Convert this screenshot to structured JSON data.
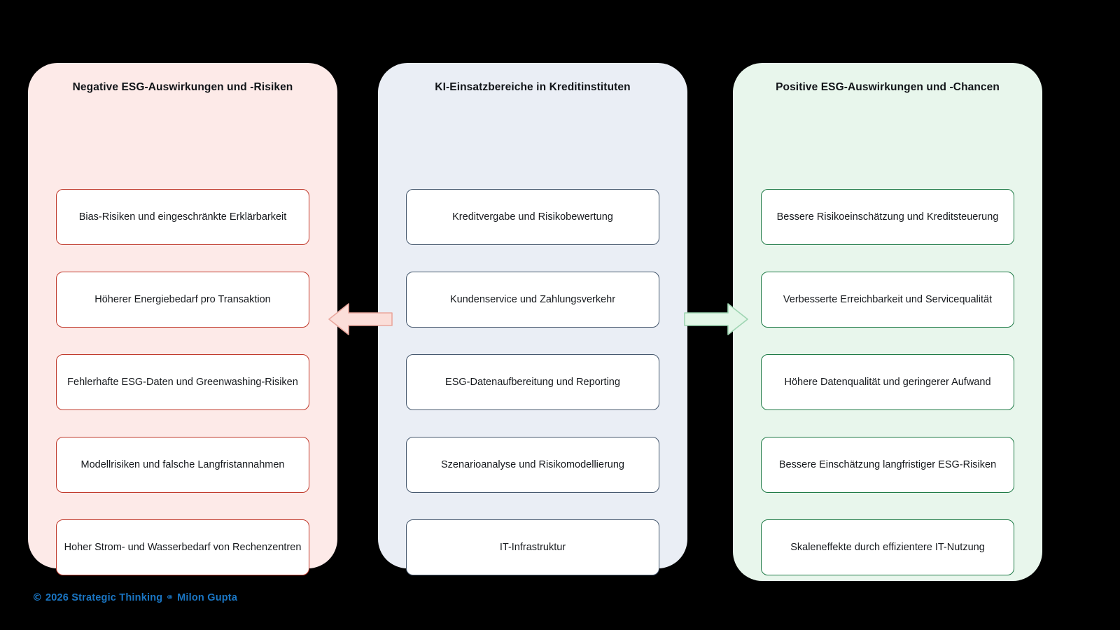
{
  "background_color": "#000000",
  "panels": [
    {
      "id": "negative",
      "title": "Negative ESG-Auswirkungen und -Risiken",
      "fill_color": "#fdeae8",
      "box_border_color": "#c0392b",
      "items": [
        "Bias-Risiken und eingeschränkte Erklärbarkeit",
        "Höherer Energiebedarf pro Transaktion",
        "Fehlerhafte ESG-Daten und Greenwashing-Risiken",
        "Modellrisiken und falsche Langfristannahmen",
        "Hoher Strom- und Wasserbedarf von Rechenzentren"
      ]
    },
    {
      "id": "usecases",
      "title": "KI-Einsatzbereiche in Kreditinstituten",
      "fill_color": "#eaeef5",
      "box_border_color": "#46586e",
      "items": [
        "Kreditvergabe und Risikobewertung",
        "Kundenservice und Zahlungsverkehr",
        "ESG-Datenaufbereitung und Reporting",
        "Szenarioanalyse und Risikomodellierung",
        "IT-Infrastruktur"
      ]
    },
    {
      "id": "positive",
      "title": "Positive ESG-Auswirkungen und -Chancen",
      "fill_color": "#e8f6ec",
      "box_border_color": "#1e7a46",
      "items": [
        "Bessere Risikoeinschätzung und Kreditsteuerung",
        "Verbesserte Erreichbarkeit und Servicequalität",
        "Höhere Datenqualität und geringerer Aufwand",
        "Bessere Einschätzung langfristiger ESG-Risiken",
        "Skaleneffekte durch effizientere IT-Nutzung"
      ]
    }
  ],
  "arrows": [
    {
      "id": "left",
      "icon": "arrow-left-icon",
      "direction": "left",
      "fill_color": "#fbded9",
      "stroke_color": "#e9a79d"
    },
    {
      "id": "right",
      "icon": "arrow-right-icon",
      "direction": "right",
      "fill_color": "#e3f6e8",
      "stroke_color": "#9ed5b2"
    }
  ],
  "footer": {
    "copyright_symbol": "©",
    "year_and_org": "2026 Strategic Thinking",
    "separator_symbol": "⚭",
    "author": "Milon Gupta",
    "color": "#1a76c4"
  }
}
